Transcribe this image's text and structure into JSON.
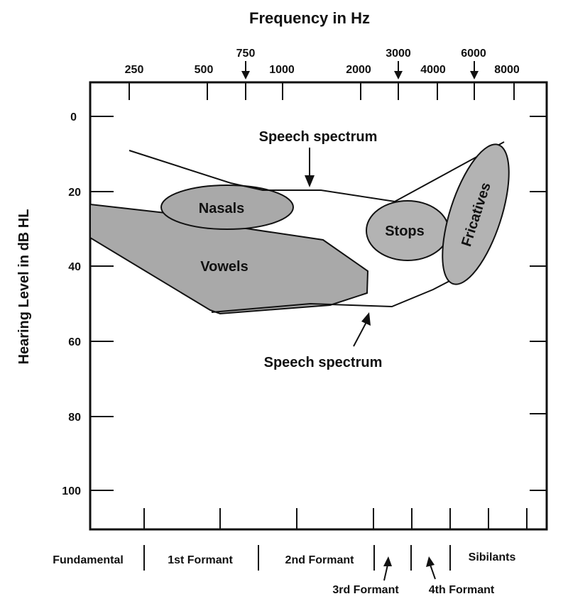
{
  "figure": {
    "title": "Frequency in Hz",
    "y_axis_label": "Hearing Level in dB HL",
    "frequency_ticks_row1": [
      "250",
      "500",
      "1000",
      "2000",
      "4000",
      "8000"
    ],
    "frequency_ticks_row2": [
      "750",
      "3000",
      "6000"
    ],
    "db_ticks": [
      "0",
      "20",
      "40",
      "60",
      "80",
      "100"
    ],
    "regions": {
      "nasals": "Nasals",
      "vowels": "Vowels",
      "stops": "Stops",
      "fricatives": "Fricatives"
    },
    "annotations": {
      "speech_spectrum_top": "Speech spectrum",
      "speech_spectrum_bottom": "Speech spectrum"
    },
    "bands": {
      "fundamental": "Fundamental",
      "first_formant": "1st Formant",
      "second_formant": "2nd Formant",
      "third_formant": "3rd Formant",
      "fourth_formant": "4th Formant",
      "sibilants": "Sibilants"
    },
    "colors": {
      "region_fill": "#a9a9a9",
      "line": "#111111",
      "background": "#ffffff"
    }
  }
}
